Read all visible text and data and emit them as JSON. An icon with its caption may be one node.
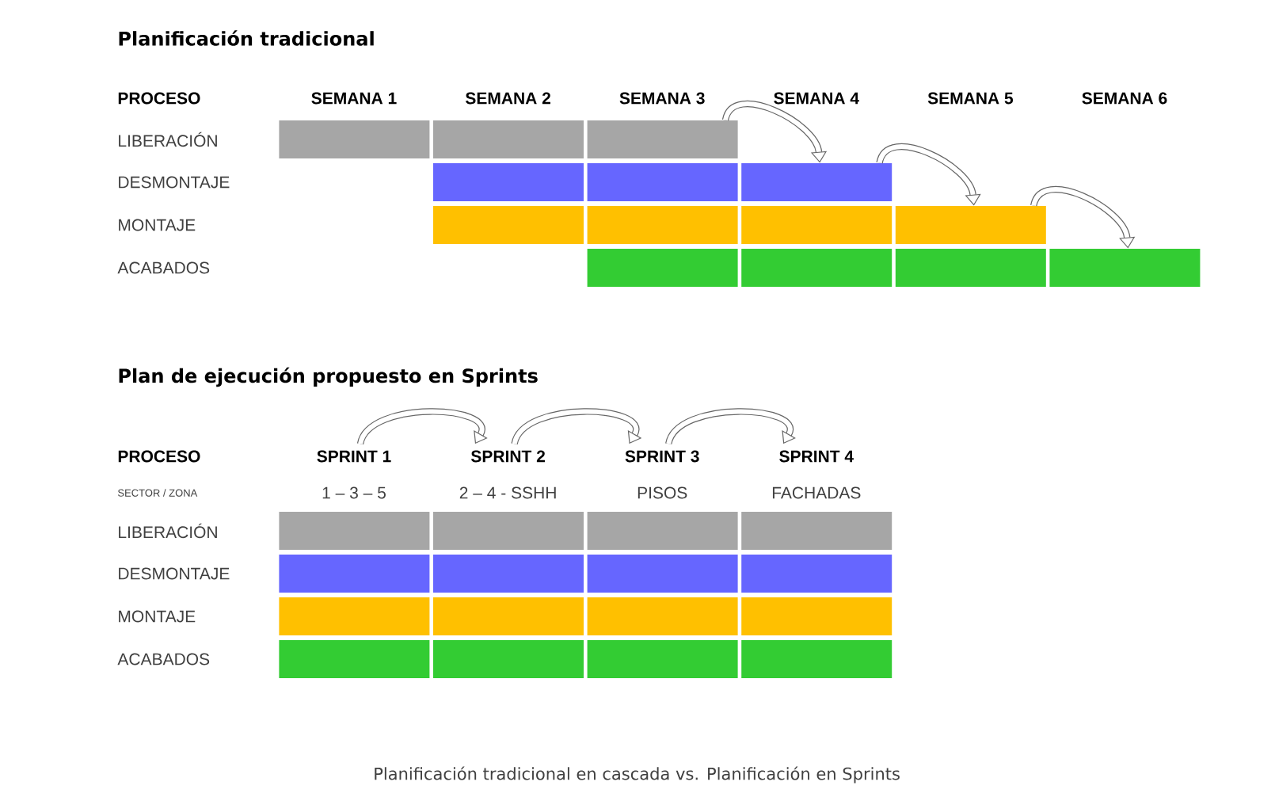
{
  "diagram": {
    "caption": "Planificación tradicional en cascada vs. Planificación en Sprints",
    "nodes": [
      {
        "text": [],
        "shape": "bar"
      },
      {
        "text": [],
        "shape": "bar"
      },
      {
        "text": [],
        "shape": "bar"
      },
      {
        "text": [],
        "shape": "bar"
      },
      {
        "text": [],
        "shape": "bar"
      },
      {
        "text": [],
        "shape": "bar"
      },
      {
        "text": [],
        "shape": "bar"
      },
      {
        "text": [],
        "shape": "bar"
      },
      {
        "text": [],
        "shape": "bar"
      },
      {
        "text": [],
        "shape": "bar"
      },
      {
        "text": [],
        "shape": "bar"
      },
      {
        "text": [],
        "shape": "bar"
      },
      {
        "text": [],
        "shape": "bar"
      },
      {
        "text": [],
        "shape": "bar"
      },
      {
        "text": [
          "SPRINT 1"
        ]
      },
      {
        "text": [
          "SPRINT 2"
        ]
      },
      {
        "text": [
          "SPRINT 3"
        ]
      },
      {
        "text": [
          "SPRINT 4"
        ]
      },
      {
        "text": [],
        "shape": "bar"
      },
      {
        "text": [],
        "shape": "bar"
      },
      {
        "text": [],
        "shape": "bar"
      },
      {
        "text": [],
        "shape": "bar"
      },
      {
        "text": [],
        "shape": "bar"
      },
      {
        "text": [],
        "shape": "bar"
      },
      {
        "text": [],
        "shape": "bar"
      },
      {
        "text": [],
        "shape": "bar"
      },
      {
        "text": [],
        "shape": "bar"
      },
      {
        "text": [],
        "shape": "bar"
      },
      {
        "text": [],
        "shape": "bar"
      },
      {
        "text": [],
        "shape": "bar"
      },
      {
        "text": [],
        "shape": "bar"
      },
      {
        "text": [],
        "shape": "bar"
      },
      {
        "text": [],
        "shape": "bar"
      },
      {
        "text": [],
        "shape": "bar"
      }
    ],
    "edges": [
      {
        "from": 2,
        "to": 5,
        "arrow": "to"
      },
      {
        "from": 5,
        "to": 9,
        "arrow": "to"
      },
      {
        "from": 9,
        "to": 13,
        "arrow": "to"
      },
      {
        "from": 14,
        "to": 15,
        "arrow": "to"
      },
      {
        "from": 15,
        "to": 16,
        "arrow": "to"
      },
      {
        "from": 16,
        "to": 17,
        "arrow": "to"
      }
    ],
    "labels": [
      "Planificación tradicional",
      "PROCESO",
      "SEMANA 1",
      "SEMANA 2",
      "SEMANA 3",
      "SEMANA 4",
      "SEMANA 5",
      "SEMANA 6",
      "LIBERACIÓN",
      "DESMONTAJE",
      "MONTAJE",
      "ACABADOS",
      "Plan de ejecución propuesto en Sprints",
      "PROCESO",
      "SECTOR / ZONA",
      "1 – 3 – 5",
      "2 – 4 - SSHH",
      "PISOS",
      "FACHADAS",
      "LIBERACIÓN",
      "DESMONTAJE",
      "MONTAJE",
      "ACABADOS"
    ]
  }
}
